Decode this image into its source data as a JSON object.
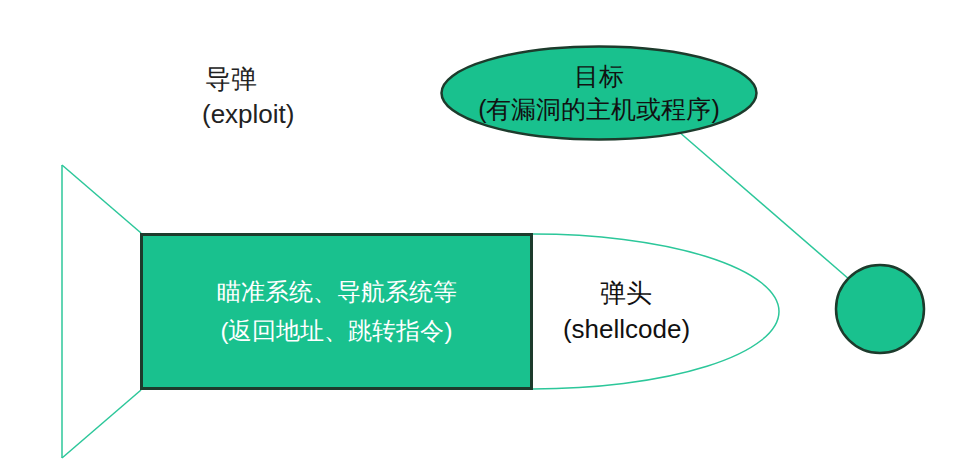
{
  "diagram": {
    "nodes": [
      {
        "text": [
          "目标",
          "(有漏洞的主机或程序)"
        ]
      },
      {
        "text": [
          "瞄准系统、导航系统等",
          "(返回地址、跳转指令)"
        ]
      },
      {
        "text": [
          "弹头",
          "(shellcode)"
        ]
      }
    ],
    "labels": [
      "导弹",
      "(exploit)"
    ]
  }
}
